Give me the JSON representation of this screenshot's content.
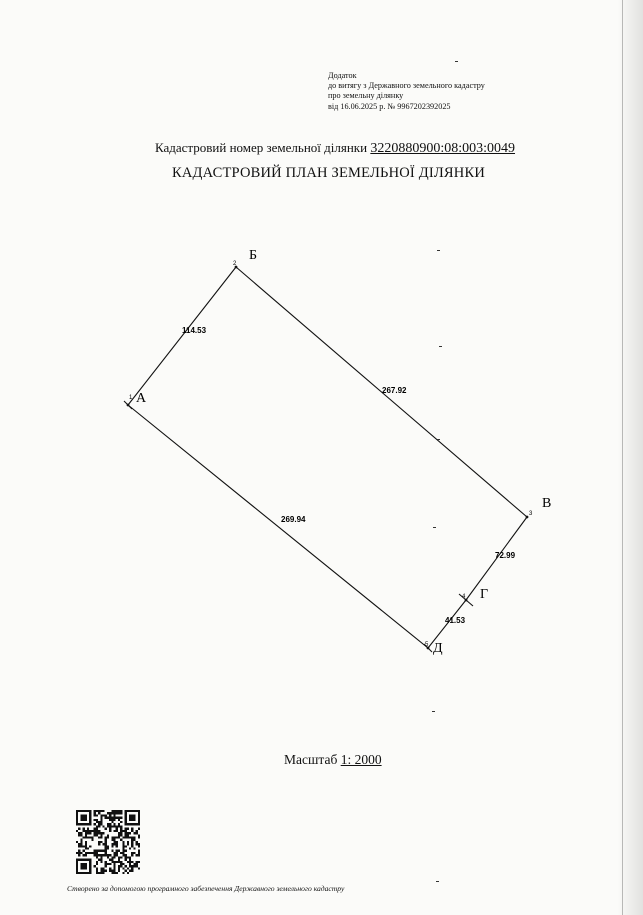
{
  "appendix": {
    "line1": "Додаток",
    "line2": "до витягу з Державного земельного кадастру",
    "line3": "про земельну ділянку",
    "line4": "від 16.06.2025 р. № 9967202392025"
  },
  "cadastral": {
    "label": "Кадастровий номер земельної ділянки",
    "number": "3220880900:08:003:0049"
  },
  "plan_title": "КАДАСТРОВИЙ ПЛАН ЗЕМЕЛЬНОЇ ДІЛЯНКИ",
  "points": {
    "a": {
      "letter": "А",
      "index": "1"
    },
    "b": {
      "letter": "Б",
      "index": "2"
    },
    "v": {
      "letter": "В",
      "index": "3"
    },
    "g": {
      "letter": "Г",
      "index": "4"
    },
    "d": {
      "letter": "Д",
      "index": "5"
    }
  },
  "distances": {
    "ab": "114.53",
    "bv": "267.92",
    "vg": "72.99",
    "gd": "41.53",
    "da": "269.94"
  },
  "scale": {
    "label": "Масштаб",
    "value": "1: 2000"
  },
  "qr_code": {
    "icon": "qr-code-icon"
  },
  "footer": "Створено за допомогою програмного забезпечення Державного земельного кадастру"
}
